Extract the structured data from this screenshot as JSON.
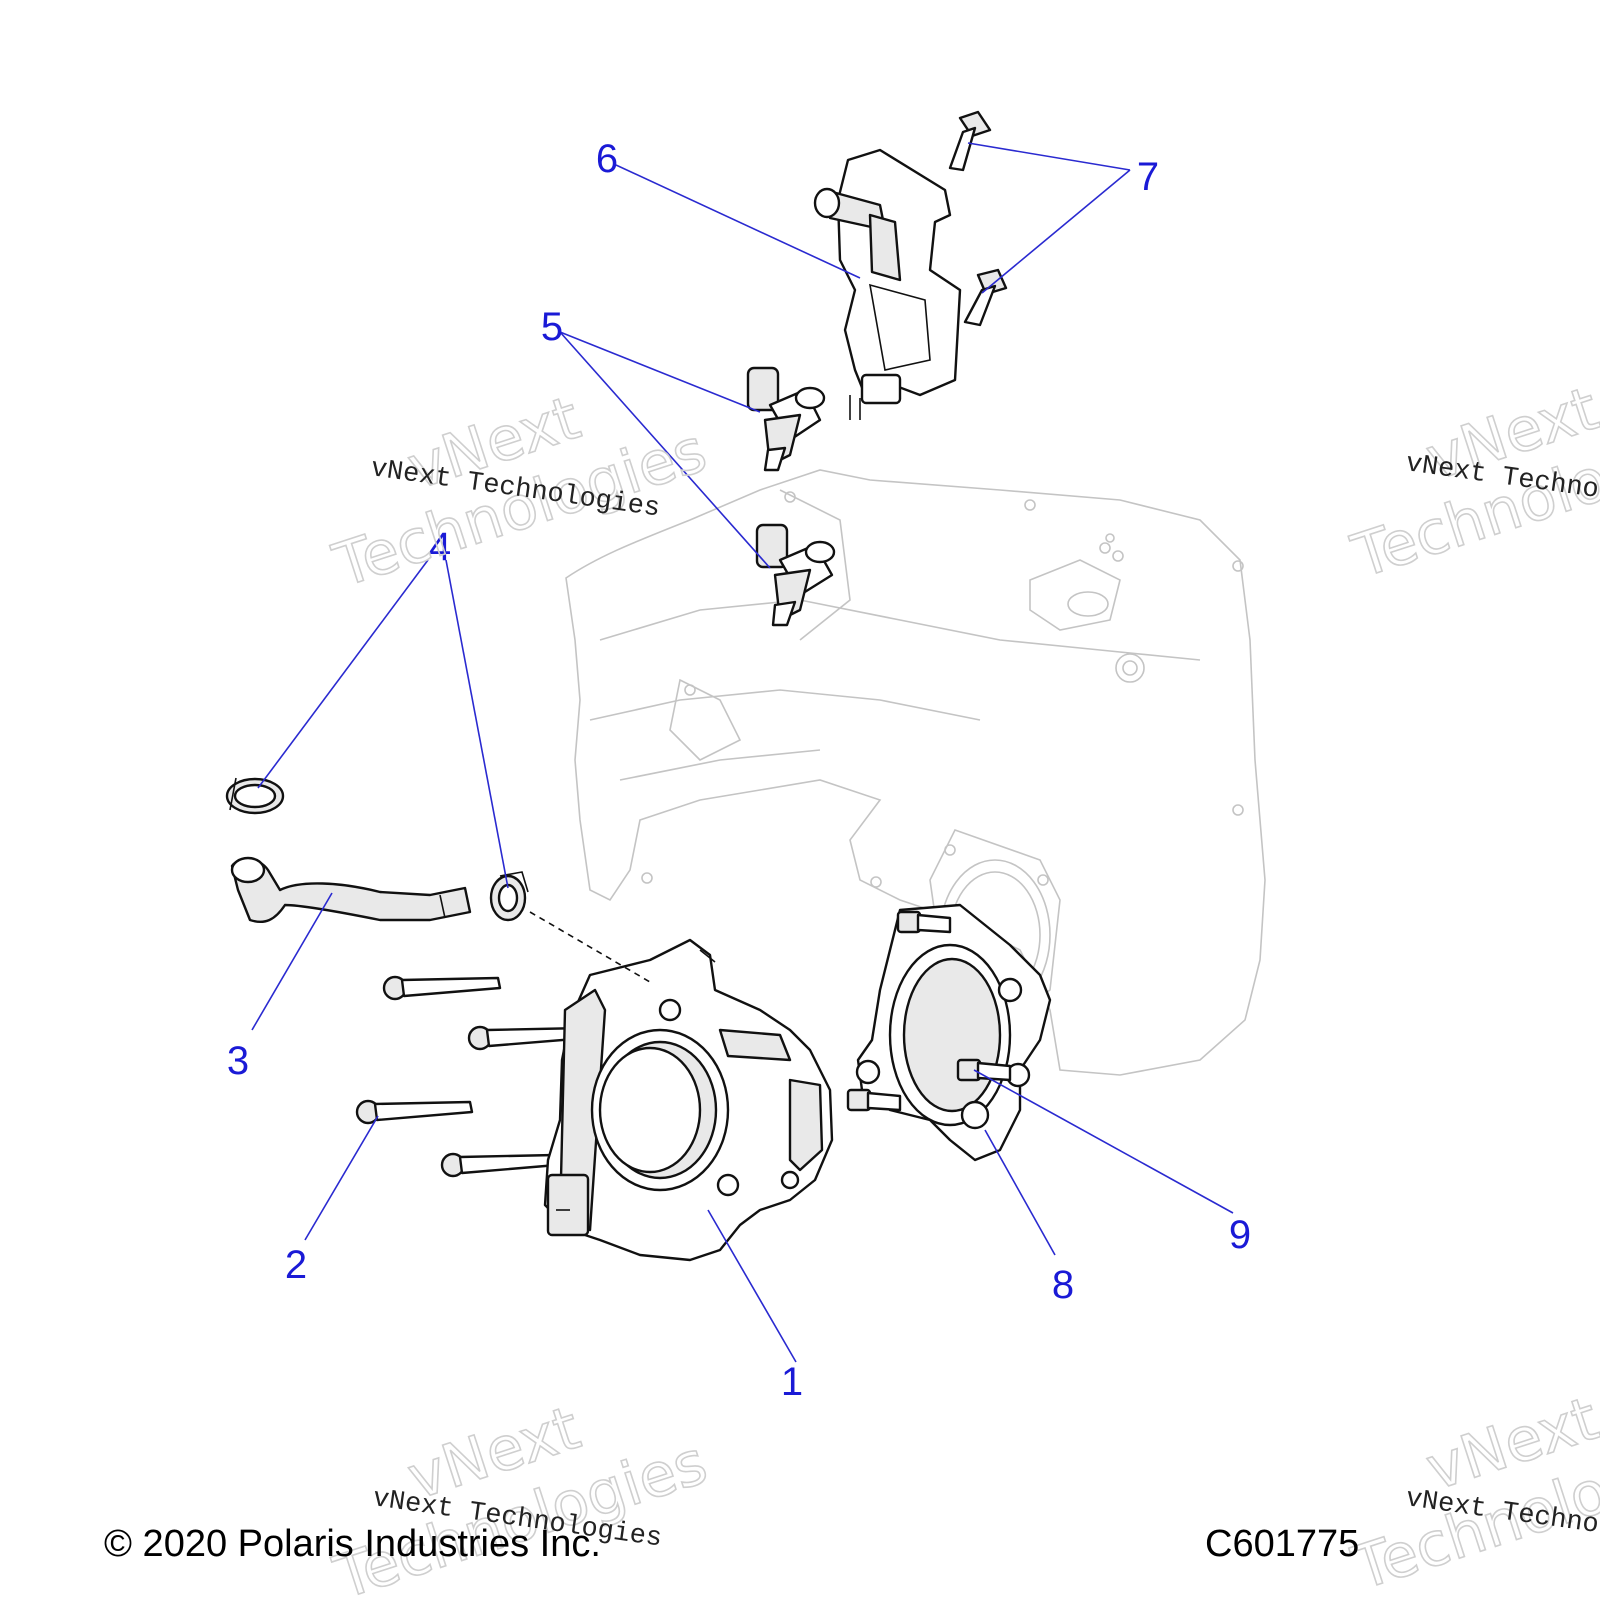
{
  "callouts": {
    "c1": "1",
    "c2": "2",
    "c3": "3",
    "c4": "4",
    "c5": "5",
    "c6": "6",
    "c7": "7",
    "c8": "8",
    "c9": "9"
  },
  "watermark": {
    "line_a": "vNext",
    "line_b": "Technologies",
    "small": "vNext Technologies",
    "small_clipped": "vNext Techno"
  },
  "footer": {
    "copyright": "© 2020 Polaris Industries Inc.",
    "drawing_id": "C601775"
  },
  "colors": {
    "callout": "#1a1ad6",
    "watermark": "#cfcfcf",
    "ghost_outline": "#c4c4c4"
  }
}
